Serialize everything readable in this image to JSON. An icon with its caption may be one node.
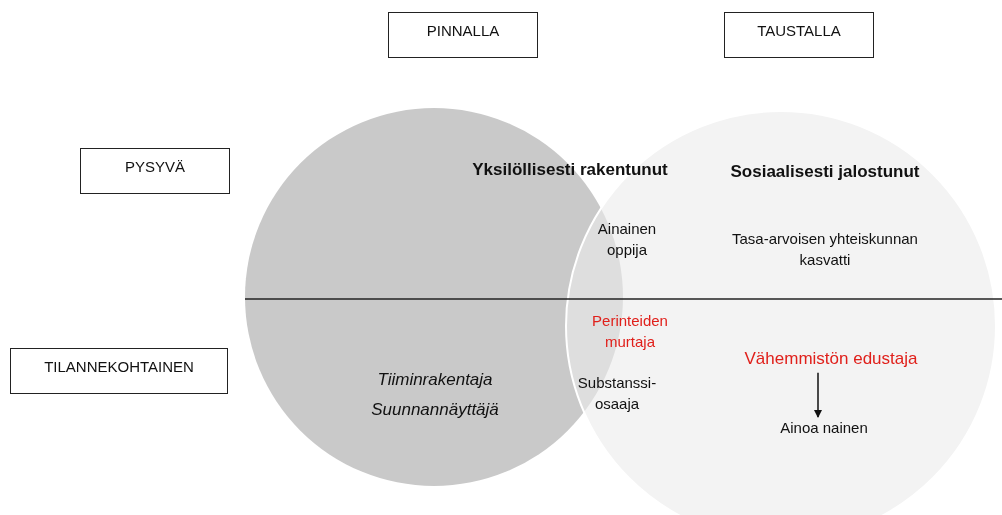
{
  "diagram": {
    "nodes": [
      {
        "text": [
          "PINNALLA"
        ]
      },
      {
        "text": [
          "TAUSTALLA"
        ]
      },
      {
        "text": [
          "PYSYVÄ"
        ]
      },
      {
        "text": [
          "TILANNEKOHTAINEN"
        ]
      },
      {
        "text": [
          "Yksilöllisesti rakentunut",
          "Tiiminrakentaja",
          "Suunnannäyttäjä"
        ]
      },
      {
        "text": [
          "Sosiaalisesti jalostunut",
          "Tasa-arvoisen yhteiskunnan kasvatti"
        ]
      },
      {
        "text": [
          "Vähemmistön edustaja"
        ],
        "in": 5
      },
      {
        "text": [
          "Ainoa nainen"
        ],
        "in": 5
      }
    ],
    "edges": [
      {
        "from": 6,
        "to": 7,
        "arrow": "to"
      }
    ],
    "labels": [
      "Ainainen oppija",
      "Perinteiden murtaja",
      "Substanssi-osaaja"
    ]
  }
}
